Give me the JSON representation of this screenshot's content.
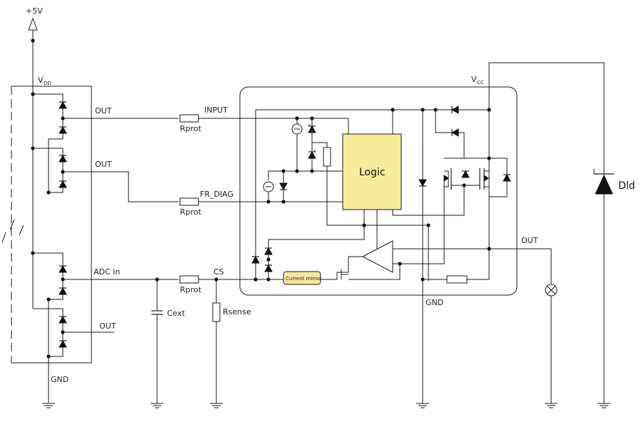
{
  "labels": {
    "supply": "+5V",
    "vdd_main": "V",
    "vdd_sub": "DD",
    "vcc_main": "V",
    "vcc_sub": "CC",
    "out1": "OUT",
    "out2": "OUT",
    "adc_in": "ADC in",
    "out4": "OUT",
    "gnd_mcu": "GND",
    "input": "INPUT",
    "fr_diag": "FR_DIAG",
    "cs": "CS",
    "rprot1": "Rprot",
    "rprot2": "Rprot",
    "rprot3": "Rprot",
    "cext": "Cext",
    "rsense": "Rsense",
    "logic": "Logic",
    "current_mirror": "Current mirror",
    "gnd_ic": "GND",
    "out_load": "OUT",
    "dld": "Dld"
  },
  "colors": {
    "wire": "#1a1a1a",
    "logic_fill": "#f7ec9b",
    "current_mirror_fill": "#f4e89a"
  }
}
